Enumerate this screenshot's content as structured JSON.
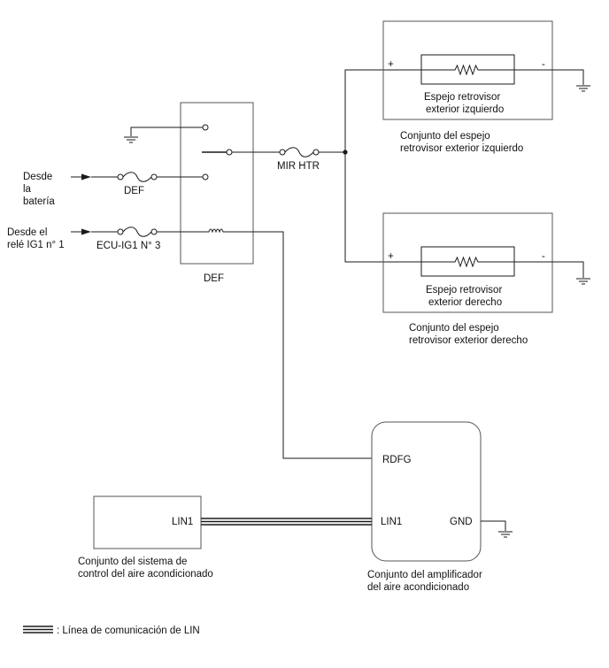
{
  "sources": {
    "battery": [
      "Desde",
      "la",
      "batería"
    ],
    "relay": [
      "Desde el",
      "relé IG1 n° 1"
    ]
  },
  "fuses": {
    "def": "DEF",
    "ecu_ig1": "ECU-IG1 N° 3",
    "mir_htr": "MIR HTR"
  },
  "def_relay": {
    "label": "DEF"
  },
  "mirror_left": {
    "element": [
      "Espejo retrovisor",
      "exterior izquierdo"
    ],
    "assembly": [
      "Conjunto del espejo",
      "retrovisor exterior izquierdo"
    ],
    "plus": "+",
    "minus": "-"
  },
  "mirror_right": {
    "element": [
      "Espejo retrovisor",
      "exterior derecho"
    ],
    "assembly": [
      "Conjunto del espejo",
      "retrovisor exterior derecho"
    ],
    "plus": "+",
    "minus": "-"
  },
  "amplifier": {
    "pins": {
      "rdfg": "RDFG",
      "lin1": "LIN1",
      "gnd": "GND"
    },
    "label": [
      "Conjunto del amplificador",
      "del aire acondicionado"
    ]
  },
  "control_system": {
    "pin": "LIN1",
    "label": [
      "Conjunto del sistema de",
      "control del aire acondicionado"
    ]
  },
  "legend": {
    "text": ": Línea de comunicación de LIN"
  }
}
